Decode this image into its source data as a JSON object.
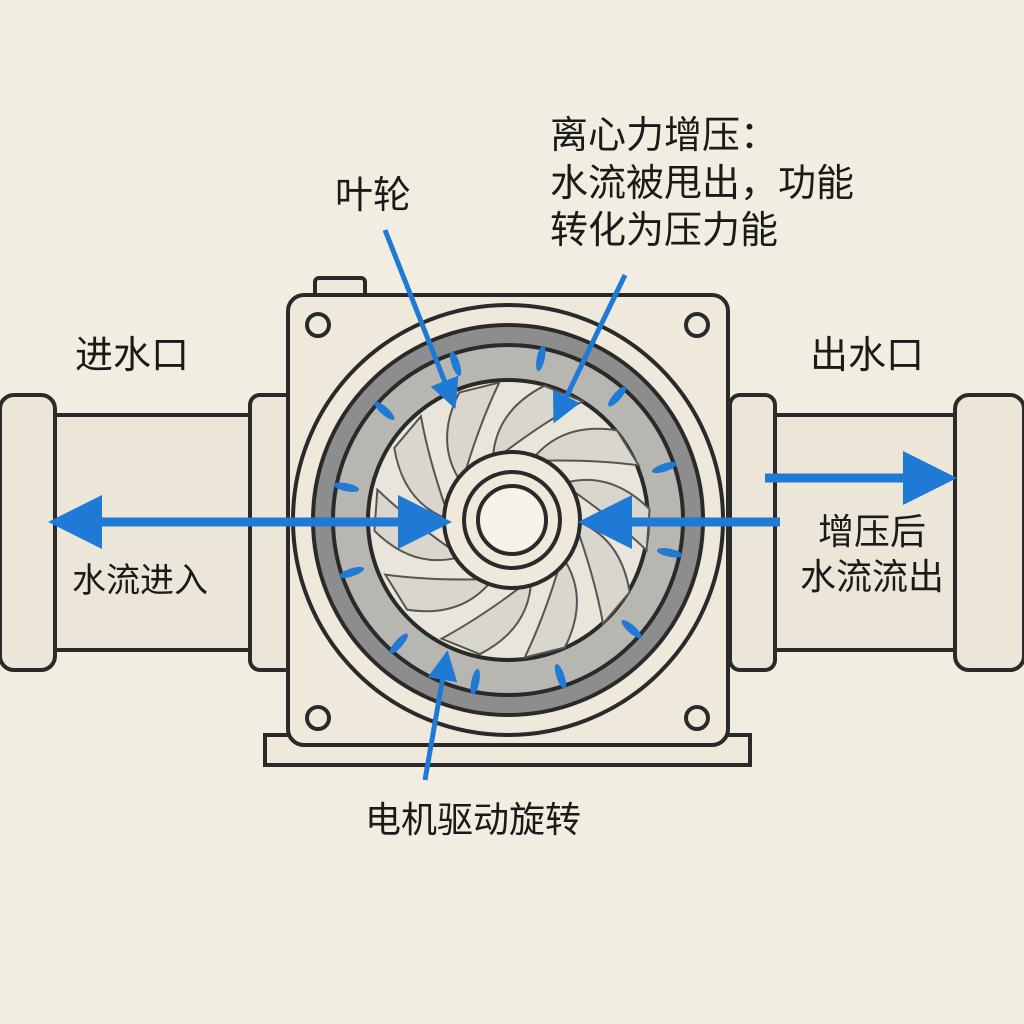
{
  "labels": {
    "impeller": "叶轮",
    "centrifugal_title": "离心力增压：",
    "centrifugal_line1": "水流被甩出，功能",
    "centrifugal_line2": "转化为压力能",
    "inlet": "进水口",
    "outlet": "出水口",
    "water_in": "水流进入",
    "boosted_line1": "增压后",
    "boosted_line2": "水流流出",
    "motor": "电机驱动旋转"
  },
  "colors": {
    "background": "#f2ede1",
    "arrow": "#1f7ad6",
    "outline": "#2a2a2a",
    "pipe": "#ece6d8"
  }
}
